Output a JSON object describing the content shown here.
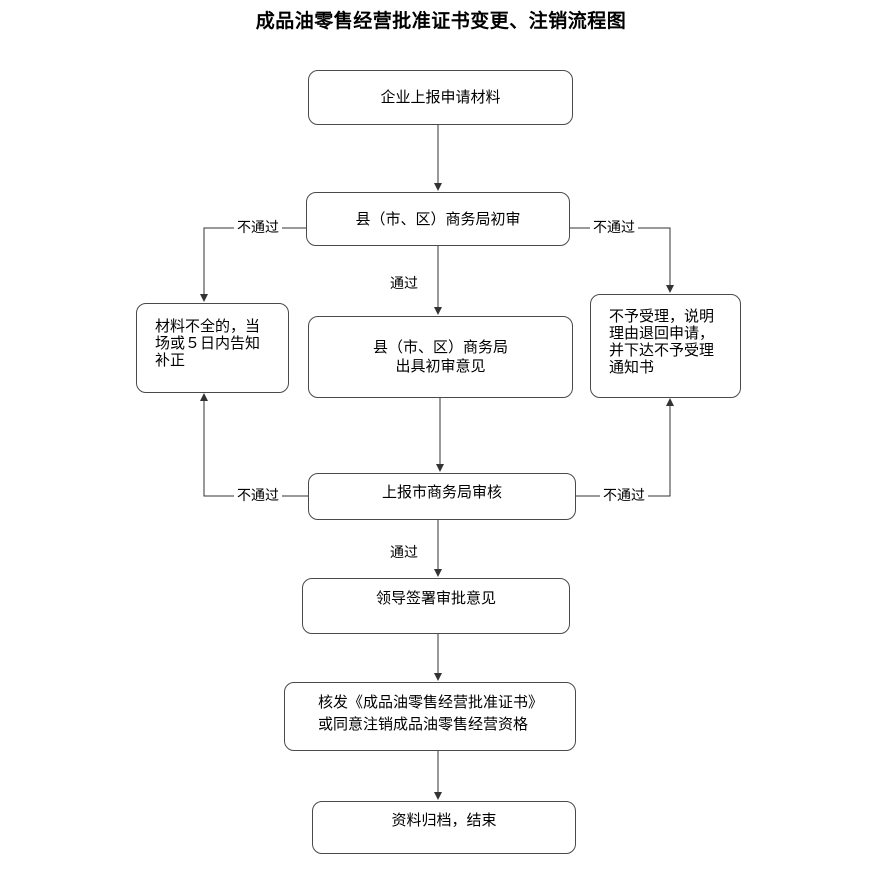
{
  "title": "成品油零售经营批准证书变更、注销流程图",
  "nodes": {
    "submit": "企业上报申请材料",
    "county_review": "县（市、区）商务局初审",
    "county_opinion": "县（市、区）商务局\n出具初审意见",
    "incomplete": "材料不全的，当\n场或５日内告知\n补正",
    "reject_notice": "不予受理，说明\n理由退回申请，\n并下达不予受理\n通知书",
    "city_review": "上报市商务局审核",
    "leader_sign": "领导签署审批意见",
    "issue": "核发《成品油零售经营批准证书》\n或同意注销成品油零售经营资格",
    "archive": "资料归档，结束"
  },
  "labels": {
    "pass": "通过",
    "fail": "不通过"
  }
}
